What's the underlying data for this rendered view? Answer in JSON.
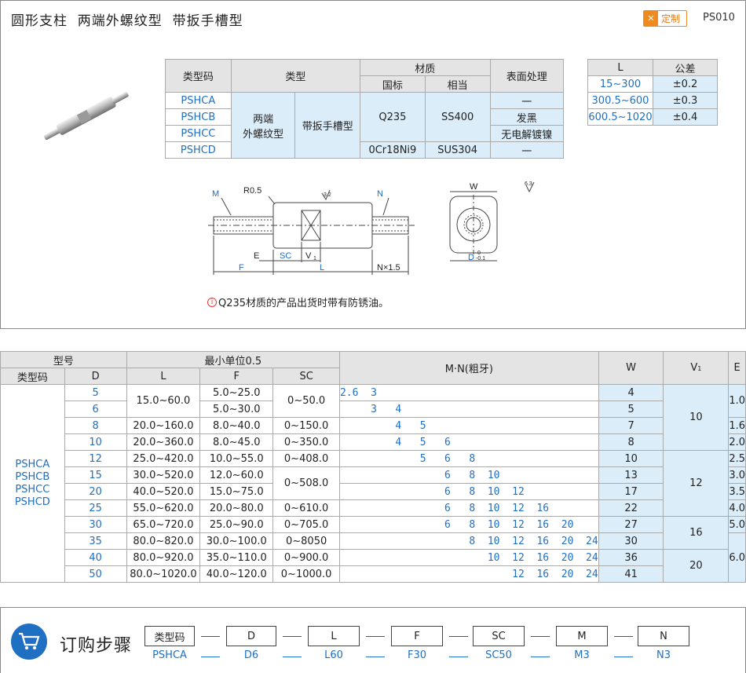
{
  "header": {
    "title": "圆形支柱  两端外螺纹型  带扳手槽型",
    "custom_label": "定制",
    "code": "PS010"
  },
  "spec": {
    "h_code": "类型码",
    "h_type": "类型",
    "h_material": "材质",
    "h_gb": "国标",
    "h_eq": "相当",
    "h_surface": "表面处理",
    "codes": [
      "PSHCA",
      "PSHCB",
      "PSHCC",
      "PSHCD"
    ],
    "type1": "两端\n外螺纹型",
    "type2": "带扳手槽型",
    "gb1": "Q235",
    "eq1": "SS400",
    "gb2": "0Cr18Ni9",
    "eq2": "SUS304",
    "surfaces": [
      "一",
      "发黑",
      "无电解镀镍",
      "一"
    ]
  },
  "tolerance": {
    "h_l": "L",
    "h_tol": "公差",
    "rows": [
      [
        "15~300",
        "±0.2"
      ],
      [
        "300.5~600",
        "±0.3"
      ],
      [
        "600.5~1020",
        "±0.4"
      ]
    ]
  },
  "drawing": {
    "M": "M",
    "R": "R0.5",
    "rough": "3.2",
    "N": "N",
    "E": "E",
    "SC": "SC",
    "V1": "V",
    "F": "F",
    "L": "L",
    "N15": "N×1.5",
    "W": "W",
    "D": "D",
    "Dtol_up": "0",
    "Dtol_low": "-0.1",
    "rough2": "6.3"
  },
  "note": {
    "icon": "i",
    "text": "Q235材质的产品出货时带有防锈油。"
  },
  "main": {
    "h_model": "型号",
    "h_min": "最小单位0.5",
    "h_mn": "M·N(粗牙)",
    "h_w": "W",
    "h_v": "V",
    "h_e": "E",
    "h_code": "类型码",
    "h_d": "D",
    "h_l": "L",
    "h_f": "F",
    "h_sc": "SC",
    "codes": "PSHCA\nPSHCB\nPSHCC\nPSHCD",
    "d": [
      "5",
      "6",
      "8",
      "10",
      "12",
      "15",
      "20",
      "25",
      "30",
      "35",
      "40",
      "50"
    ],
    "l": [
      "15.0~60.0",
      "20.0~160.0",
      "20.0~360.0",
      "25.0~420.0",
      "30.0~520.0",
      "40.0~520.0",
      "55.0~620.0",
      "65.0~720.0",
      "80.0~820.0",
      "80.0~920.0",
      "80.0~1020.0"
    ],
    "f": [
      "5.0~25.0",
      "5.0~30.0",
      "8.0~40.0",
      "8.0~45.0",
      "10.0~55.0",
      "12.0~60.0",
      "15.0~75.0",
      "20.0~80.0",
      "25.0~90.0",
      "30.0~100.0",
      "35.0~110.0",
      "40.0~120.0"
    ],
    "sc": [
      "0~50.0",
      "0~150.0",
      "0~350.0",
      "0~408.0",
      "0~508.0",
      "0~610.0",
      "0~705.0",
      "0~8050",
      "0~900.0",
      "0~1000.0"
    ],
    "mn": [
      "2.6  3",
      "     3   4",
      "         4   5",
      "         4   5   6",
      "             5   6   8",
      "                 6   8  10",
      "                 6   8  10  12",
      "                 6   8  10  12  16",
      "                 6   8  10  12  16  20",
      "                     8  10  12  16  20  24",
      "                        10  12  16  20  24",
      "                            12  16  20  24"
    ],
    "w": [
      "4",
      "5",
      "7",
      "8",
      "10",
      "13",
      "17",
      "22",
      "27",
      "30",
      "36",
      "41"
    ],
    "v": [
      "10",
      "12",
      "16",
      "20"
    ],
    "e": [
      "1.0",
      "1.6",
      "2.0",
      "2.5",
      "3.0",
      "3.5",
      "4.0",
      "5.0",
      "6.0"
    ]
  },
  "order": {
    "title": "订购步骤",
    "boxes": [
      "类型码",
      "D",
      "L",
      "F",
      "SC",
      "M",
      "N"
    ],
    "values": [
      "PSHCA",
      "D6",
      "L60",
      "F30",
      "SC50",
      "M3",
      "N3"
    ]
  }
}
